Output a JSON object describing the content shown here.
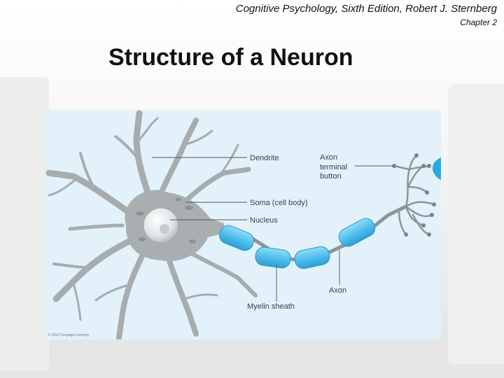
{
  "header": {
    "title": "Cognitive Psychology, Sixth Edition, Robert J. Sternberg",
    "chapter": "Chapter 2"
  },
  "slide": {
    "title": "Structure of a Neuron"
  },
  "figure": {
    "labels": {
      "dendrite": "Dendrite",
      "soma": "Soma (cell body)",
      "nucleus": "Nucleus",
      "myelin": "Myelin sheath",
      "axon": "Axon",
      "terminal_1": "Axon",
      "terminal_2": "terminal",
      "terminal_3": "button"
    },
    "credit": "© 2012 Cengage Learning"
  },
  "colors": {
    "figure_bg": "#e2f1fa",
    "neuron_gray": "#a9aeb1",
    "myelin_blue": "#5cc3ee",
    "nucleus_white": "#eef0f1"
  }
}
